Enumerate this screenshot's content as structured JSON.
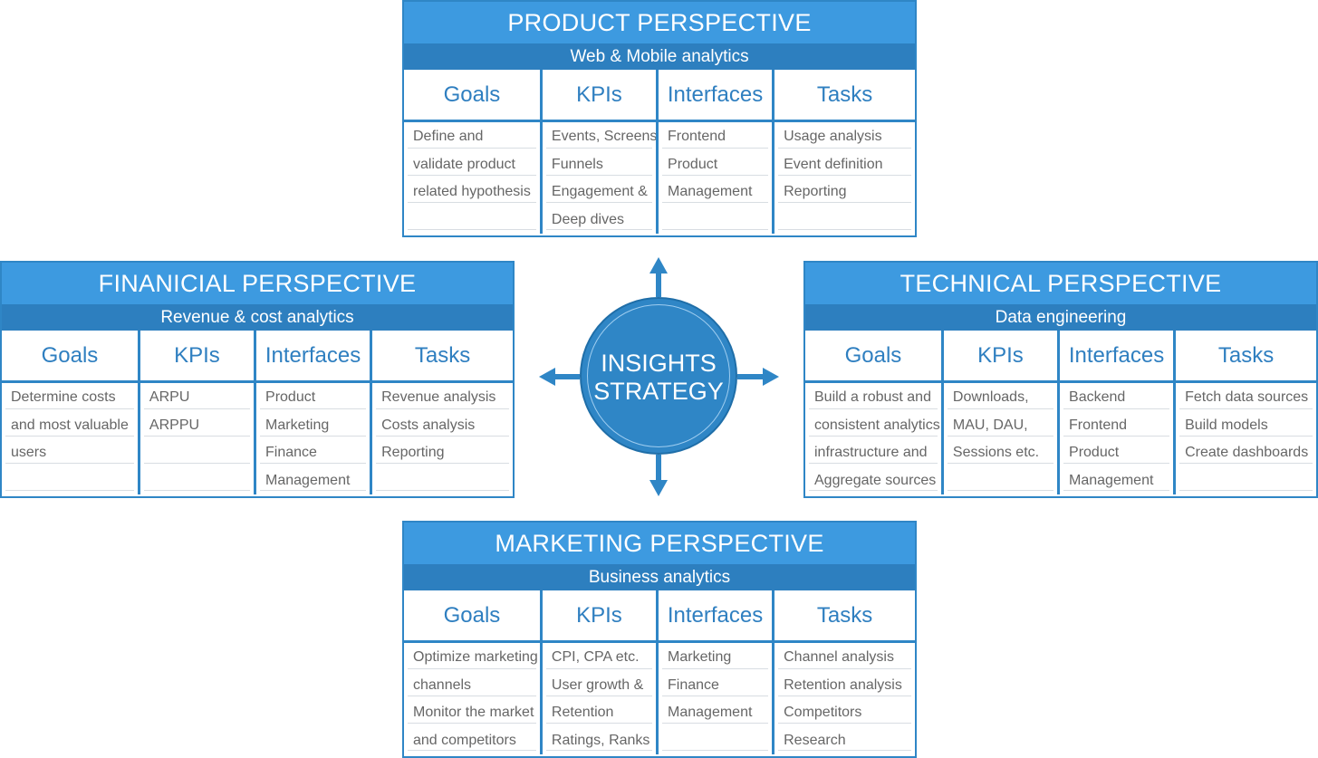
{
  "center": {
    "line1": "INSIGHTS",
    "line2": "STRATEGY"
  },
  "product": {
    "title": "PRODUCT PERSPECTIVE",
    "subtitle": "Web & Mobile analytics",
    "columns": [
      {
        "head": "Goals",
        "items": [
          "Define and",
          "validate product",
          "related hypothesis"
        ]
      },
      {
        "head": "KPIs",
        "items": [
          "Events, Screens",
          "Funnels",
          "Engagement &",
          "Deep dives"
        ]
      },
      {
        "head": "Interfaces",
        "items": [
          "Frontend",
          "Product",
          "Management"
        ]
      },
      {
        "head": "Tasks",
        "items": [
          "Usage analysis",
          "Event definition",
          "Reporting"
        ]
      }
    ]
  },
  "financial": {
    "title": "FINANICIAL PERSPECTIVE",
    "subtitle": "Revenue & cost analytics",
    "columns": [
      {
        "head": "Goals",
        "items": [
          "Determine costs",
          "and most valuable",
          "users"
        ]
      },
      {
        "head": "KPIs",
        "items": [
          "ARPU",
          "ARPPU"
        ]
      },
      {
        "head": "Interfaces",
        "items": [
          "Product",
          "Marketing",
          "Finance",
          "Management"
        ]
      },
      {
        "head": "Tasks",
        "items": [
          "Revenue analysis",
          "Costs analysis",
          "Reporting"
        ]
      }
    ]
  },
  "technical": {
    "title": "TECHNICAL PERSPECTIVE",
    "subtitle": "Data engineering",
    "columns": [
      {
        "head": "Goals",
        "items": [
          "Build a robust and",
          "consistent analytics",
          "infrastructure and",
          "Aggregate sources"
        ]
      },
      {
        "head": "KPIs",
        "items": [
          "Downloads,",
          "MAU, DAU,",
          "Sessions etc."
        ]
      },
      {
        "head": "Interfaces",
        "items": [
          "Backend",
          "Frontend",
          "Product",
          "Management"
        ]
      },
      {
        "head": "Tasks",
        "items": [
          "Fetch data sources",
          "Build models",
          "Create dashboards"
        ]
      }
    ]
  },
  "marketing": {
    "title": "MARKETING PERSPECTIVE",
    "subtitle": "Business analytics",
    "columns": [
      {
        "head": "Goals",
        "items": [
          "Optimize marketing",
          "channels",
          "Monitor the market",
          "and competitors"
        ]
      },
      {
        "head": "KPIs",
        "items": [
          "CPI, CPA etc.",
          "User growth &",
          "Retention",
          "Ratings, Ranks"
        ]
      },
      {
        "head": "Interfaces",
        "items": [
          "Marketing",
          "Finance",
          "Management"
        ]
      },
      {
        "head": "Tasks",
        "items": [
          "Channel analysis",
          "Retention analysis",
          "Competitors",
          "Research"
        ]
      }
    ]
  },
  "colors": {
    "primary": "#3d9ae0",
    "dark": "#2d7fbf",
    "border": "#2f86c6",
    "text": "#666666"
  }
}
